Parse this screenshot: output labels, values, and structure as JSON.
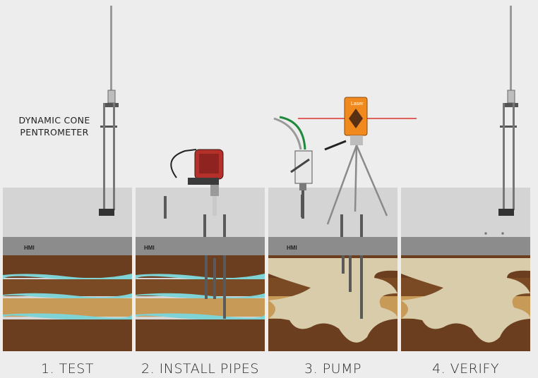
{
  "tool_label": "DYNAMIC CONE PENTROMETER",
  "brand_mark": "HMI",
  "laser_label": "Laser",
  "steps": [
    {
      "label": "1. TEST"
    },
    {
      "label": "2. INSTALL PIPES"
    },
    {
      "label": "3. PUMP"
    },
    {
      "label": "4. VERIFY"
    }
  ],
  "colors": {
    "background": "#ededed",
    "concrete": "#d4d4d4",
    "slab": "#8a8a8a",
    "soil_dark": "#6b3e1f",
    "soil_light": "#c79a57",
    "water": "#7ed3d6",
    "grout": "#d8ccaa",
    "laser_body": "#f08a1e",
    "laser_beam": "#d9342b",
    "drill": "#b5302a"
  }
}
